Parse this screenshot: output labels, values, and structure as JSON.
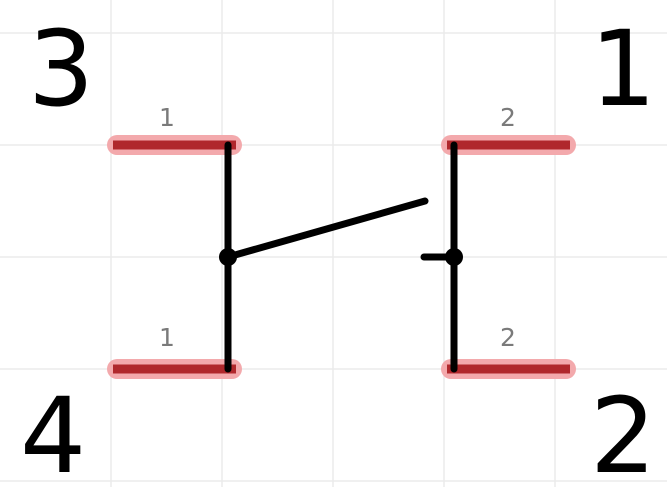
{
  "corner_labels": {
    "top_left": "3",
    "top_right": "1",
    "bottom_left": "4",
    "bottom_right": "2"
  },
  "pin_numbers": {
    "top_left": "1",
    "bottom_left": "1",
    "top_right": "2",
    "bottom_right": "2"
  },
  "colors": {
    "background": "#ffffff",
    "grid": "#ebebeb",
    "pad_highlight": "#f3a9ac",
    "pad": "#b0282c",
    "wire": "#000000",
    "pin_number_text": "#7a7a7a"
  }
}
